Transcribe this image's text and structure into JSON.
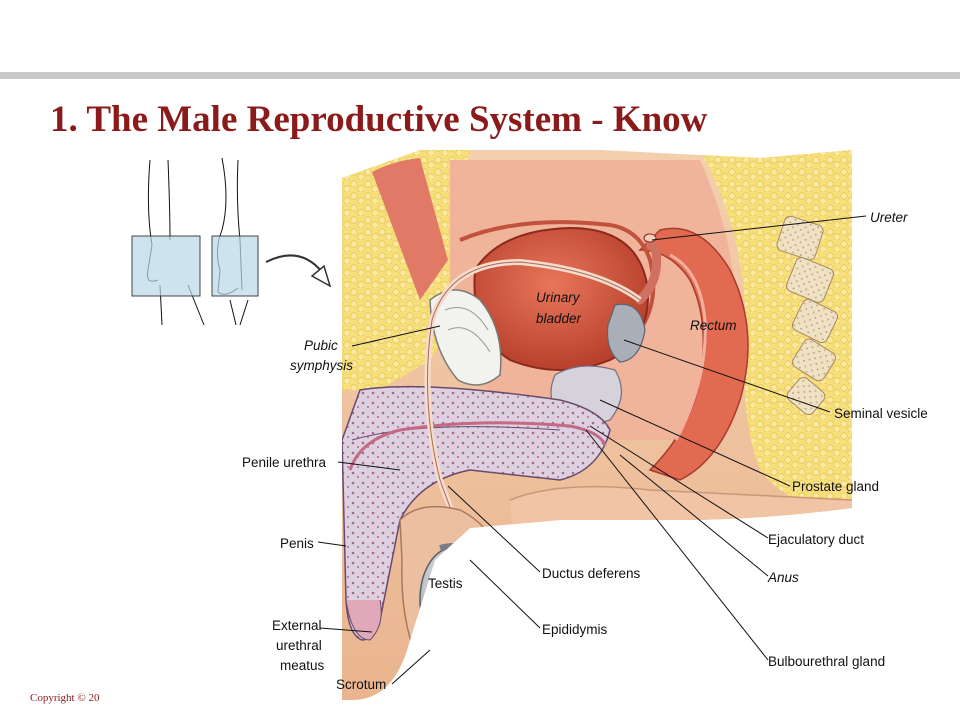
{
  "slide": {
    "title": "1. The Male Reproductive System - Know",
    "copyright": "Copyright © 20"
  },
  "labels": {
    "ureter": "Ureter",
    "urinary_bladder_1": "Urinary",
    "urinary_bladder_2": "bladder",
    "rectum": "Rectum",
    "pubic_symphysis_1": "Pubic",
    "pubic_symphysis_2": "symphysis",
    "seminal_vesicle": "Seminal vesicle",
    "penile_urethra": "Penile urethra",
    "prostate_gland": "Prostate gland",
    "ejaculatory_duct": "Ejaculatory duct",
    "penis": "Penis",
    "anus": "Anus",
    "testis": "Testis",
    "ductus_deferens": "Ductus deferens",
    "external_urethral_meatus_1": "External",
    "external_urethral_meatus_2": "urethral",
    "external_urethral_meatus_3": "meatus",
    "epididymis": "Epididymis",
    "bulbourethral_gland": "Bulbourethral gland",
    "scrotum": "Scrotum"
  },
  "colors": {
    "title": "#8b1a1a",
    "skin": "#f2c6a4",
    "fat": "#f7df7a",
    "muscle": "#e0604f",
    "bladder": "#d85a3c",
    "erectile_tissue": "#d9c8d8",
    "testis": "#b8bcc4",
    "rule": "#c8c8c8"
  }
}
